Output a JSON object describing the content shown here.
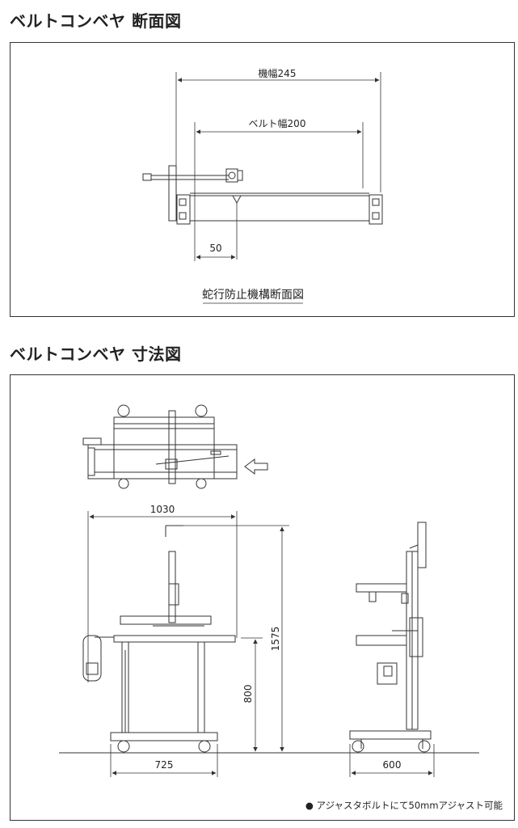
{
  "section_cross": {
    "title": "ベルトコンベヤ 断面図",
    "dim_machine_width": "機幅245",
    "dim_belt_width": "ベルト幅200",
    "dim_offset": "50",
    "caption": "蛇行防止機構断面図"
  },
  "section_dims": {
    "title": "ベルトコンベヤ 寸法図",
    "dim_length": "1030",
    "dim_height_total": "1575",
    "dim_height_belt": "800",
    "dim_base_length": "725",
    "dim_base_width": "600",
    "note": "● アジャスタボルトにて50mmアジャスト可能"
  }
}
